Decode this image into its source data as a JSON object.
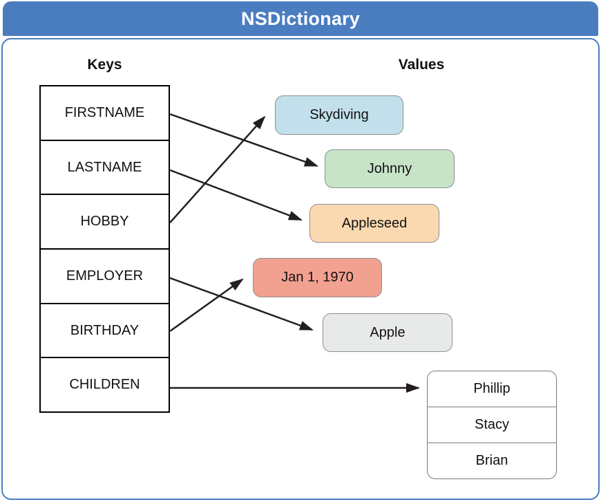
{
  "header": {
    "title": "NSDictionary",
    "background_color": "#4A7CC0"
  },
  "headings": {
    "keys": "Keys",
    "values": "Values"
  },
  "keys": [
    "FIRSTNAME",
    "LASTNAME",
    "HOBBY",
    "EMPLOYER",
    "BIRTHDAY",
    "CHILDREN"
  ],
  "values": [
    {
      "label": "Skydiving",
      "color": "#C2E0EB"
    },
    {
      "label": "Johnny",
      "color": "#C7E4C8"
    },
    {
      "label": "Appleseed",
      "color": "#FAD9B0"
    },
    {
      "label": "Jan 1, 1970",
      "color": "#F2A191"
    },
    {
      "label": "Apple",
      "color": "#E8EAEA"
    }
  ],
  "children_list": [
    "Phillip",
    "Stacy",
    "Brian"
  ],
  "mappings": [
    {
      "key": "FIRSTNAME",
      "value": "Johnny"
    },
    {
      "key": "LASTNAME",
      "value": "Appleseed"
    },
    {
      "key": "HOBBY",
      "value": "Skydiving"
    },
    {
      "key": "EMPLOYER",
      "value": "Apple"
    },
    {
      "key": "BIRTHDAY",
      "value": "Jan 1, 1970"
    },
    {
      "key": "CHILDREN",
      "value": "Phillip, Stacy, Brian"
    }
  ],
  "arrow_color": "#231F20"
}
